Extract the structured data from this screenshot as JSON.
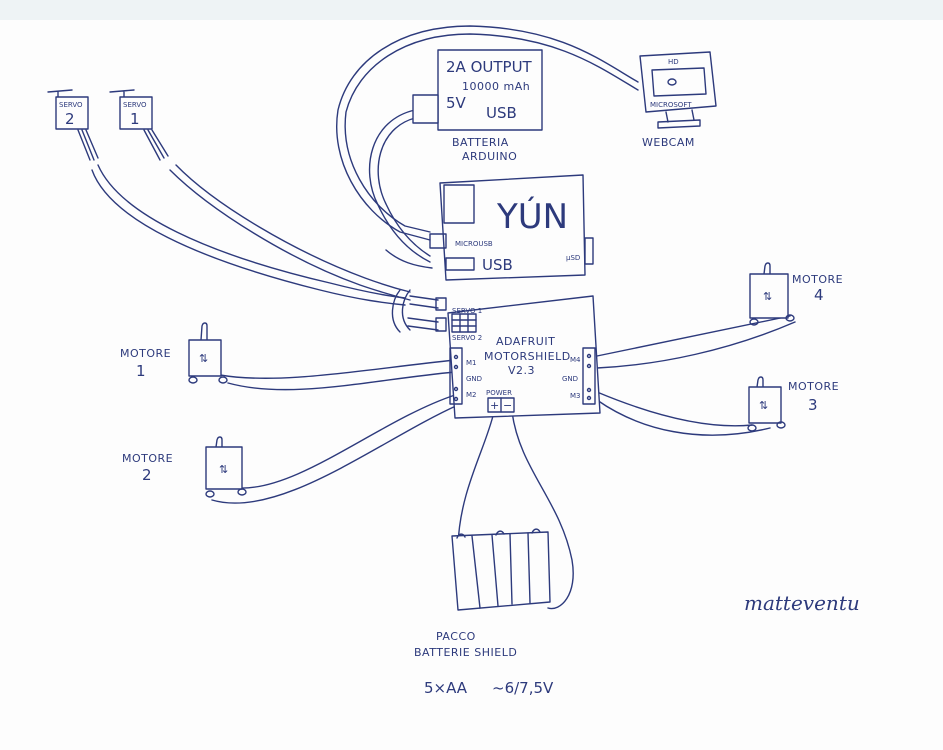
{
  "diagram": {
    "type": "hand-drawn wiring sketch",
    "ink_color": "#2d3a7c",
    "paper_color": "#fdfdfd",
    "battery_arduino": {
      "line1": "2A OUTPUT",
      "line2": "10000 mAh",
      "port_5v": "5V",
      "port_usb": "USB",
      "caption1": "BATTERIA",
      "caption2": "ARDUINO"
    },
    "webcam": {
      "top": "HD",
      "brand": "MICROSOFT",
      "caption": "WEBCAM"
    },
    "yun": {
      "title": "YÚN",
      "microusb": "MICROUSB",
      "usb": "USB",
      "sd": "μSD"
    },
    "servos": [
      {
        "label": "SERVO",
        "number": "2"
      },
      {
        "label": "SERVO",
        "number": "1"
      }
    ],
    "motorshield": {
      "line1": "ADAFRUIT",
      "line2": "MOTORSHIELD",
      "line3": "V2.3",
      "servo_header": "SERVO 1",
      "servo_header2": "SERVO 2",
      "m1": "M1",
      "m2": "M2",
      "m3": "M3",
      "m4": "M4",
      "gnd_left": "GND",
      "gnd_right": "GND",
      "power": "POWER",
      "plus": "+",
      "minus": "−"
    },
    "motors": [
      {
        "label": "MOTORE",
        "number": "1",
        "symbol": "⇅"
      },
      {
        "label": "MOTORE",
        "number": "2",
        "symbol": "⇅"
      },
      {
        "label": "MOTORE",
        "number": "3",
        "symbol": "⇅"
      },
      {
        "label": "MOTORE",
        "number": "4",
        "symbol": "⇅"
      }
    ],
    "battery_pack": {
      "caption1": "PACCO",
      "caption2": "BATTERIE SHIELD",
      "spec_cells": "5×AA",
      "spec_voltage": "~6/7,5V"
    },
    "signature": "matteventu"
  }
}
